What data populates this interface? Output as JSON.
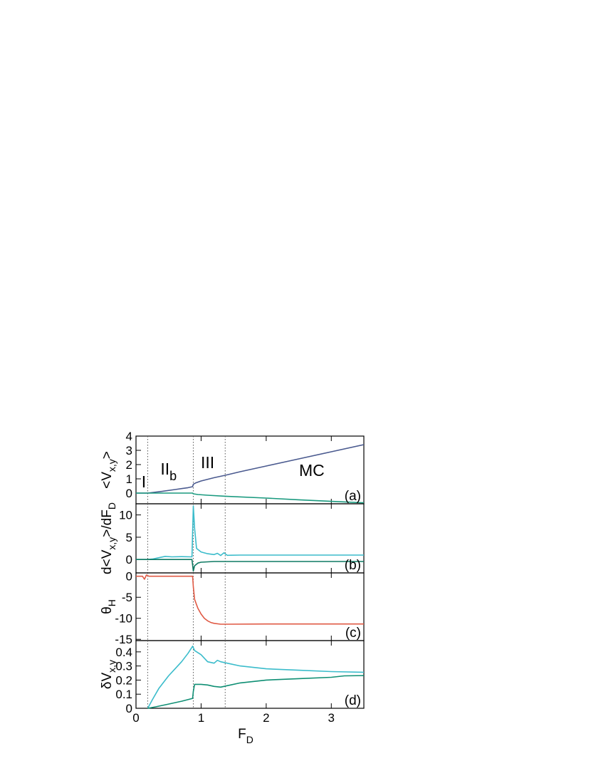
{
  "chart_data": {
    "type": "line",
    "xlabel": "F",
    "xlabel_sub": "D",
    "xlim": [
      0,
      3.5
    ],
    "xticks": [
      0,
      1,
      2,
      3
    ],
    "vlines": [
      0.18,
      0.88,
      1.37
    ],
    "panels": [
      {
        "id": "a",
        "letter": "(a)",
        "ylabel": "<V",
        "ylabel_sub": "x,y",
        "ylabel_tail": ">",
        "ylim": [
          -0.75,
          4
        ],
        "yticks": [
          0,
          1,
          2,
          3,
          4
        ],
        "regions": [
          {
            "text": "I",
            "sub": "",
            "x": 0.12,
            "y": 0.4
          },
          {
            "text": "II",
            "sub": "b",
            "x": 0.5,
            "y": 1.3
          },
          {
            "text": "III",
            "sub": "",
            "x": 1.1,
            "y": 1.75
          },
          {
            "text": "MC",
            "sub": "",
            "x": 2.7,
            "y": 1.2
          }
        ],
        "series": [
          {
            "color": "#4a5a8f",
            "x": [
              0,
              0.18,
              0.4,
              0.6,
              0.8,
              0.87,
              0.88,
              0.92,
              1.0,
              1.2,
              1.37,
              1.6,
              2.0,
              2.5,
              3.0,
              3.5
            ],
            "y": [
              0,
              0,
              0.12,
              0.25,
              0.38,
              0.45,
              0.62,
              0.72,
              0.85,
              1.08,
              1.25,
              1.5,
              1.9,
              2.4,
              2.9,
              3.4
            ]
          },
          {
            "color": "#1a9a7f",
            "x": [
              0,
              0.18,
              0.6,
              0.87,
              0.88,
              0.95,
              1.1,
              1.37,
              2.0,
              2.5,
              3.0,
              3.5
            ],
            "y": [
              0,
              0,
              0,
              0,
              -0.05,
              -0.1,
              -0.15,
              -0.22,
              -0.35,
              -0.47,
              -0.58,
              -0.68
            ]
          }
        ]
      },
      {
        "id": "b",
        "letter": "(b)",
        "ylabel": "d<V",
        "ylabel_sub": "x,y",
        "ylabel_tail": ">/dF",
        "ylabel_tail_sub": "D",
        "ylim": [
          -3,
          12.5
        ],
        "yticks": [
          0,
          5,
          10
        ],
        "series": [
          {
            "color": "#3bbccb",
            "x": [
              0,
              0.18,
              0.25,
              0.35,
              0.45,
              0.55,
              0.7,
              0.86,
              0.88,
              0.9,
              0.93,
              1.0,
              1.1,
              1.2,
              1.25,
              1.3,
              1.35,
              1.4,
              1.6,
              2.0,
              3.0,
              3.5
            ],
            "y": [
              0,
              0,
              0.1,
              0.4,
              0.7,
              0.6,
              0.65,
              0.6,
              12,
              7,
              2.5,
              1.7,
              1.3,
              1.1,
              1.4,
              0.9,
              1.5,
              0.95,
              1.0,
              1.0,
              1.0,
              1.0
            ]
          },
          {
            "color": "#0f7a63",
            "x": [
              0,
              0.18,
              0.5,
              0.86,
              0.88,
              0.9,
              0.95,
              1.0,
              1.2,
              1.5,
              2.0,
              3.5
            ],
            "y": [
              0,
              0,
              0,
              0,
              -2.6,
              -1.4,
              -0.8,
              -0.6,
              -0.45,
              -0.45,
              -0.45,
              -0.45
            ]
          }
        ]
      },
      {
        "id": "c",
        "letter": "(c)",
        "ylabel": "θ",
        "ylabel_sub": "H",
        "ylim": [
          -15.3,
          0.8
        ],
        "yticks": [
          -15,
          -10,
          -5,
          0
        ],
        "series": [
          {
            "color": "#e05a45",
            "x": [
              0,
              0.1,
              0.13,
              0.16,
              0.2,
              0.5,
              0.87,
              0.88,
              0.9,
              0.95,
              1.0,
              1.05,
              1.1,
              1.15,
              1.2,
              1.3,
              1.4,
              2.0,
              3.5
            ],
            "y": [
              0,
              0,
              -0.7,
              0.3,
              0,
              0,
              0,
              -2.5,
              -5.5,
              -7.6,
              -9.0,
              -10.0,
              -10.6,
              -11.0,
              -11.2,
              -11.4,
              -11.4,
              -11.35,
              -11.35
            ]
          }
        ]
      },
      {
        "id": "d",
        "letter": "(d)",
        "ylabel": "δV",
        "ylabel_sub": "x,y",
        "ylim": [
          0,
          0.48
        ],
        "yticks": [
          0,
          0.1,
          0.2,
          0.3,
          0.4
        ],
        "ytick_labels": [
          "0",
          "0.1",
          "0.2",
          "0.3",
          "0.4"
        ],
        "series": [
          {
            "color": "#3bbccb",
            "x": [
              0.18,
              0.25,
              0.35,
              0.5,
              0.6,
              0.7,
              0.8,
              0.87,
              0.9,
              1.0,
              1.1,
              1.2,
              1.25,
              1.3,
              1.4,
              1.6,
              2.0,
              2.5,
              3.0,
              3.5
            ],
            "y": [
              0,
              0.06,
              0.14,
              0.23,
              0.28,
              0.33,
              0.39,
              0.44,
              0.41,
              0.38,
              0.33,
              0.32,
              0.34,
              0.33,
              0.32,
              0.3,
              0.28,
              0.27,
              0.26,
              0.255
            ]
          },
          {
            "color": "#0f8f74",
            "x": [
              0.18,
              0.3,
              0.5,
              0.7,
              0.87,
              0.88,
              0.9,
              1.0,
              1.1,
              1.2,
              1.3,
              1.4,
              1.6,
              1.8,
              2.0,
              2.5,
              3.0,
              3.2,
              3.5
            ],
            "y": [
              0,
              0.01,
              0.03,
              0.05,
              0.07,
              0.12,
              0.17,
              0.17,
              0.165,
              0.155,
              0.15,
              0.16,
              0.18,
              0.19,
              0.2,
              0.21,
              0.22,
              0.23,
              0.232
            ]
          }
        ]
      }
    ]
  }
}
